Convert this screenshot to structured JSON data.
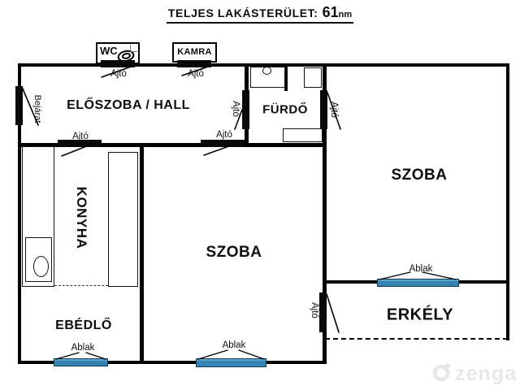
{
  "title": {
    "label": "TELJES LAKÁSTERÜLET:",
    "value": "61",
    "unit": "nm"
  },
  "rooms": {
    "hall": "ELŐSZOBA / HALL",
    "bathroom": "FÜRDŐ",
    "kitchen": "KONYHA",
    "dining": "EBÉDLŐ",
    "room_center": "SZOBA",
    "room_right": "SZOBA",
    "balcony": "ERKÉLY",
    "wc": "WC",
    "pantry": "KAMRA"
  },
  "labels": {
    "door": "Ajtó",
    "window": "Ablak",
    "entrance": "Bejárat"
  },
  "watermark": "zenga",
  "colors": {
    "wall": "#000000",
    "window_fill": "#3583b2",
    "window_border": "#0e3c5a",
    "watermark": "#e8e8e8"
  }
}
